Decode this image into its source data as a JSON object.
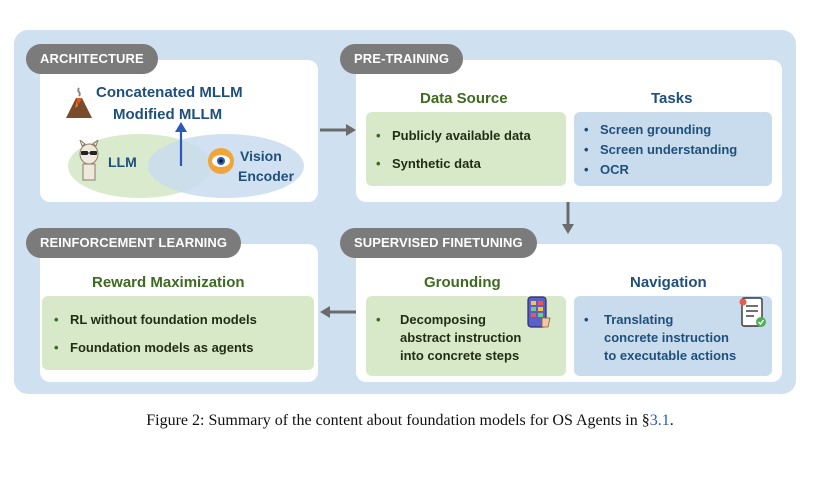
{
  "architecture": {
    "tag": "ARCHITECTURE",
    "title_line1": "Concatenated MLLM",
    "title_line2": "Modified MLLM",
    "llm_label": "LLM",
    "vision_label_1": "Vision",
    "vision_label_2": "Encoder"
  },
  "pretraining": {
    "tag": "PRE-TRAINING",
    "data_source": {
      "title": "Data Source",
      "items": [
        "Publicly available data",
        "Synthetic data"
      ]
    },
    "tasks": {
      "title": "Tasks",
      "items": [
        "Screen grounding",
        "Screen understanding",
        "OCR"
      ]
    }
  },
  "rl": {
    "tag": "REINFORCEMENT LEARNING",
    "title": "Reward Maximization",
    "items": [
      "RL without foundation models",
      "Foundation models as agents"
    ]
  },
  "sft": {
    "tag": "SUPERVISED FINETUNING",
    "grounding": {
      "title": "Grounding",
      "lines": [
        "Decomposing",
        "abstract instruction",
        "into concrete steps"
      ]
    },
    "navigation": {
      "title": "Navigation",
      "lines": [
        "Translating",
        "concrete instruction",
        "to executable actions"
      ]
    }
  },
  "bullet": "•",
  "caption": {
    "text": "Figure 2: Summary of the content about foundation models for OS Agents in §",
    "ref": "3.1",
    "end": "."
  },
  "colors": {
    "panel_bg": "#cfe0f0",
    "tag_bg": "#7b7b7b",
    "green_box": "#d8e9c9",
    "blue_box": "#c9dcee",
    "green_text": "#3e6a1f",
    "blue_text": "#1f4f7b"
  }
}
